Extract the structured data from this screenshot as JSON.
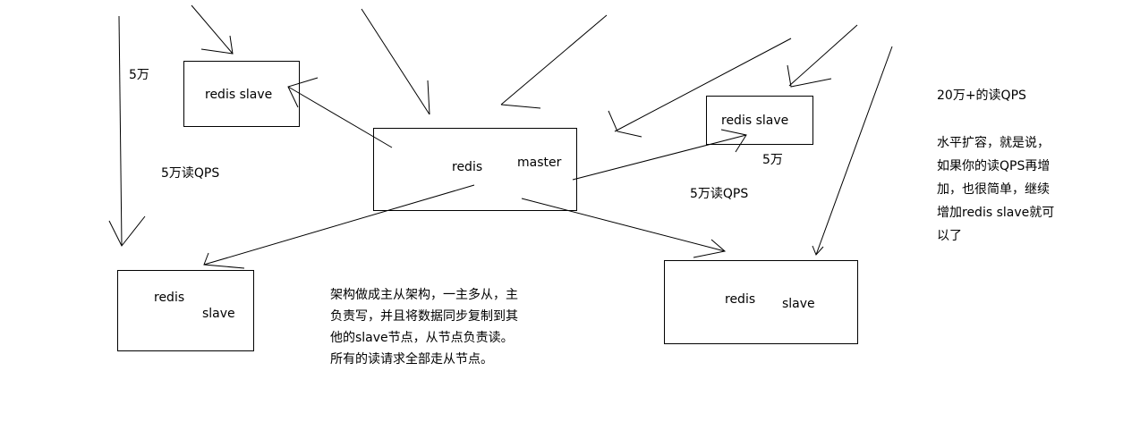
{
  "nodes": {
    "slave_top_left": "redis slave",
    "master_redis": "redis",
    "master_label": "master",
    "slave_top_right": "redis slave",
    "slave_bottom_left_redis": "redis",
    "slave_bottom_left_slave": "slave",
    "slave_bottom_right_redis": "redis",
    "slave_bottom_right_slave": "slave"
  },
  "labels": {
    "left_5w": "5万",
    "left_qps": "5万读QPS",
    "right_5w": "5万",
    "right_qps": "5万读QPS"
  },
  "notes": {
    "architecture": [
      "架构做成主从架构，一主多从，主",
      "负责写，并且将数据同步复制到其",
      "他的slave节点，从节点负责读。",
      "所有的读请求全部走从节点。"
    ],
    "scaling_title": "20万+的读QPS",
    "scaling": [
      "水平扩容，就是说，",
      "如果你的读QPS再增",
      "加，也很简单，继续",
      "增加redis slave就可",
      "以了"
    ]
  }
}
